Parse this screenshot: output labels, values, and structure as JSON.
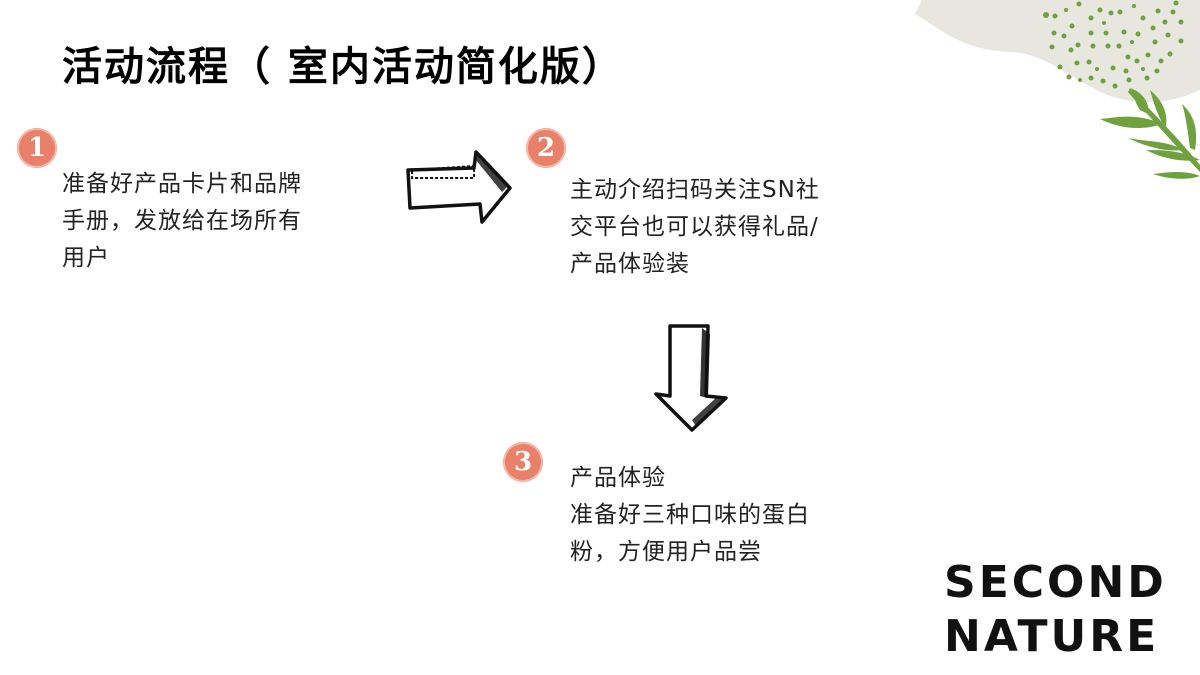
{
  "slide": {
    "title": "活动流程（ 室内活动简化版）",
    "colors": {
      "badge": "#e8806a",
      "leaf": "#6fa23e",
      "blob": "#e7e7df",
      "text": "#222222"
    }
  },
  "steps": [
    {
      "number": "1",
      "icon": "number-badge-1",
      "lines": [
        "准备好产品卡片和品牌",
        "手册，发放给在场所有",
        "用户"
      ]
    },
    {
      "number": "2",
      "icon": "number-badge-2",
      "lines": [
        "主动介绍扫码关注SN社",
        "交平台也可以获得礼品/",
        "产品体验装"
      ]
    },
    {
      "number": "3",
      "icon": "number-badge-3",
      "lines": [
        "产品体验",
        "准备好三种口味的蛋白",
        "粉，方便用户品尝"
      ]
    }
  ],
  "arrows": [
    {
      "icon": "hand-drawn-arrow-right-icon"
    },
    {
      "icon": "hand-drawn-arrow-down-icon"
    }
  ],
  "logo": {
    "line1": "SECOND",
    "line2": "NATURE"
  }
}
